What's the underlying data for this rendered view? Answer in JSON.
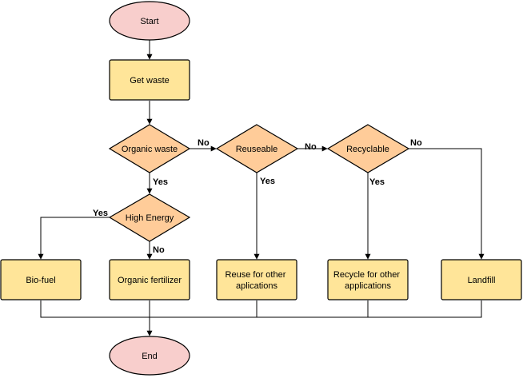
{
  "colors": {
    "terminal_fill": "#f8cecc",
    "process_fill": "#ffe599",
    "decision_fill": "#ffcc99",
    "stroke": "#000000"
  },
  "nodes": {
    "start": "Start",
    "get_waste": "Get waste",
    "organic_waste": "Organic waste",
    "reuseable": "Reuseable",
    "recyclable": "Recyclable",
    "high_energy": "High Energy",
    "bio_fuel": "Bio-fuel",
    "organic_fertilizer": "Organic fertilizer",
    "reuse": [
      "Reuse for other",
      "aplications"
    ],
    "recycle": [
      "Recycle for other",
      "applications"
    ],
    "landfill": "Landfill",
    "end": "End"
  },
  "edge_labels": {
    "organic_no": "No",
    "organic_yes": "Yes",
    "reuseable_no": "No",
    "reuseable_yes": "Yes",
    "recyclable_no": "No",
    "recyclable_yes": "Yes",
    "high_energy_yes": "Yes",
    "high_energy_no": "No"
  }
}
